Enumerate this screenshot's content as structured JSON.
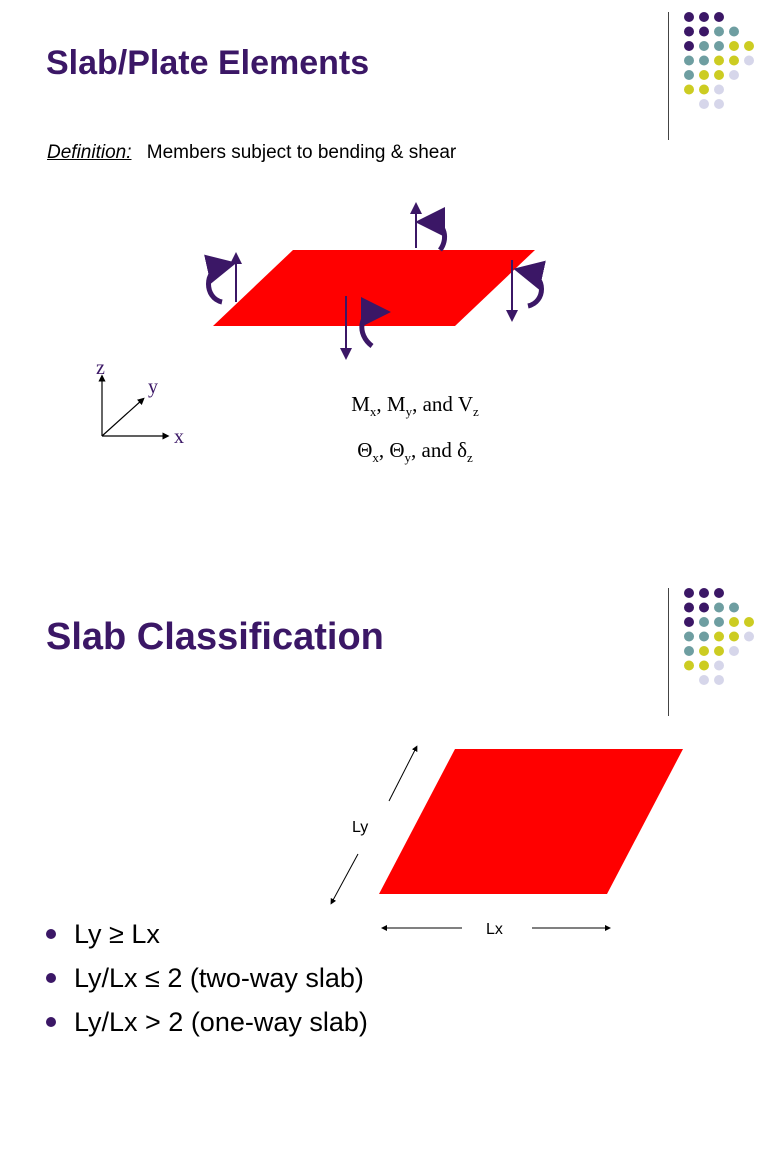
{
  "colors": {
    "title": "#3b1766",
    "arrow": "#3b1766",
    "plate": "#ff0000",
    "dot_purple": "#3b1766",
    "dot_teal": "#6e9ea1",
    "dot_yellow": "#cccc22",
    "dot_lavender": "#d6d6ea"
  },
  "slide1": {
    "title": "Slab/Plate Elements",
    "definition_term": "Definition:",
    "definition_text": "Members subject to bending & shear",
    "axes": {
      "z": "z",
      "y": "y",
      "x": "x"
    },
    "forces": {
      "m1": "M",
      "m1_sub": "x",
      "sep1": ", ",
      "m2": "M",
      "m2_sub": "y",
      "sep2": ", and ",
      "v": "V",
      "v_sub": "z"
    },
    "displacements": {
      "t1": "Θ",
      "t1_sub": "x",
      "sep1": ", ",
      "t2": "Θ",
      "t2_sub": "y",
      "sep2": ", and ",
      "d": "δ",
      "d_sub": "z"
    }
  },
  "slide2": {
    "title": "Slab Classification",
    "label_ly": "Ly",
    "label_lx": "Lx",
    "bullets": [
      "Ly ≥ Lx",
      "Ly/Lx ≤ 2 (two-way slab)",
      "Ly/Lx > 2 (one-way slab)"
    ]
  }
}
